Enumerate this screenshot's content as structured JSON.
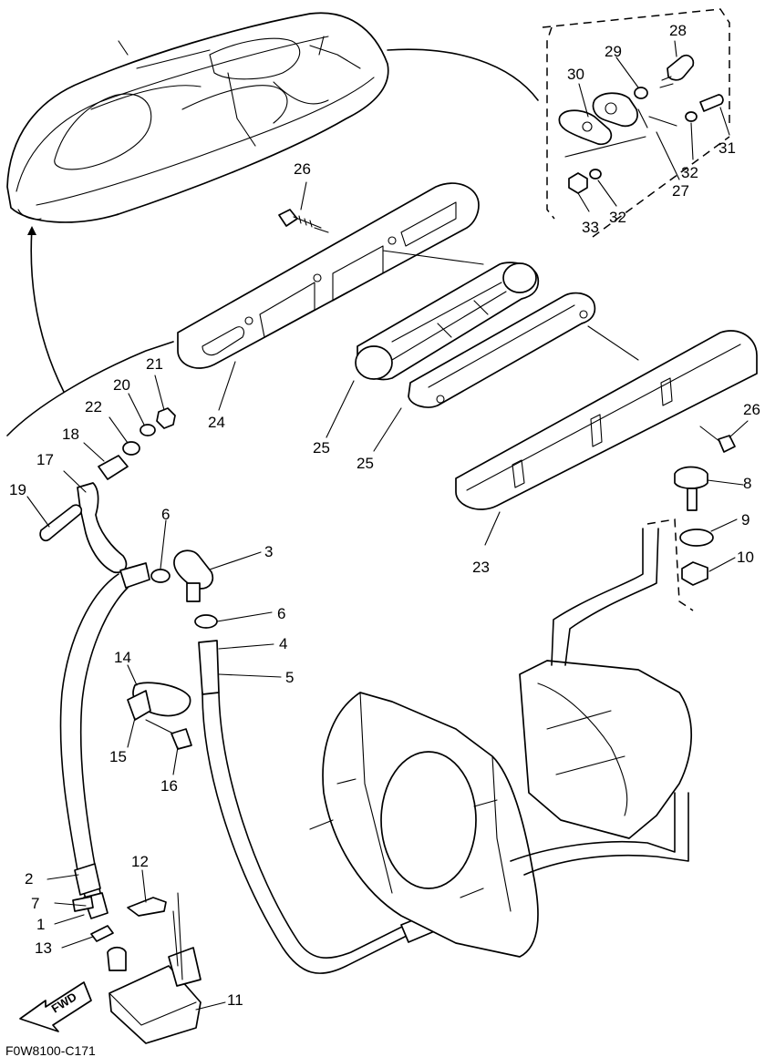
{
  "diagram_code": "F0W8100-C171",
  "fwd_label": "FWD",
  "callouts": {
    "c1": "1",
    "c2": "2",
    "c3": "3",
    "c4": "4",
    "c5": "5",
    "c6a": "6",
    "c6b": "6",
    "c7": "7",
    "c8": "8",
    "c9": "9",
    "c10": "10",
    "c11": "11",
    "c12": "12",
    "c13": "13",
    "c14": "14",
    "c15": "15",
    "c16": "16",
    "c17": "17",
    "c18": "18",
    "c19": "19",
    "c20": "20",
    "c21": "21",
    "c22": "22",
    "c23": "23",
    "c24": "24",
    "c25a": "25",
    "c25b": "25",
    "c26a": "26",
    "c26b": "26",
    "c27": "27",
    "c28": "28",
    "c29": "29",
    "c30": "30",
    "c31": "31",
    "c32a": "32",
    "c32b": "32",
    "c33": "33"
  }
}
